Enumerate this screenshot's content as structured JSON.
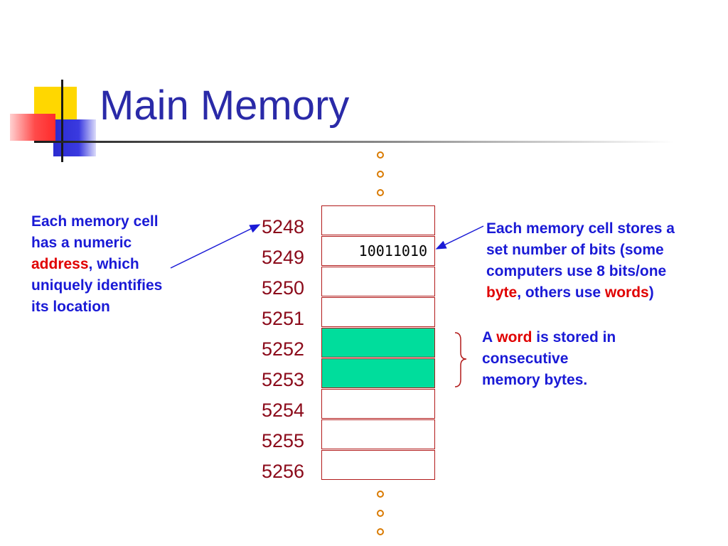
{
  "slide": {
    "title": "Main Memory"
  },
  "notes": {
    "left": {
      "line1": "Each memory cell",
      "line2": "has a numeric",
      "line3_highlight": "address",
      "line3_rest": ", which",
      "line4": "uniquely identifies",
      "line5": "its location"
    },
    "right": {
      "line1": "Each memory cell stores a",
      "line2": "set number of bits (some",
      "line3": "computers use 8 bits/one",
      "line4_highlight1": "byte",
      "line4_mid": ", others use ",
      "line4_highlight2": "words",
      "line4_end": ")"
    },
    "word": {
      "line1_prefix": "A ",
      "line1_highlight": "word",
      "line1_rest": " is stored in",
      "line2": "consecutive",
      "line3": "memory bytes."
    }
  },
  "memory": {
    "addresses": [
      "5248",
      "5249",
      "5250",
      "5251",
      "5252",
      "5253",
      "5254",
      "5255",
      "5256"
    ],
    "cell_values": [
      "",
      "10011010",
      "",
      "",
      "",
      "",
      "",
      "",
      ""
    ],
    "word_cells": [
      4,
      5
    ]
  },
  "colors": {
    "title": "#2a2aa8",
    "note_text": "#1a1ad6",
    "highlight": "#e00000",
    "address": "#8b0a1a",
    "cell_border": "#b21a1a",
    "word_fill": "#00dd9c",
    "ellipsis_dot": "#d97a00",
    "arrow": "#1a1ad6",
    "brace": "#b21a1a"
  }
}
